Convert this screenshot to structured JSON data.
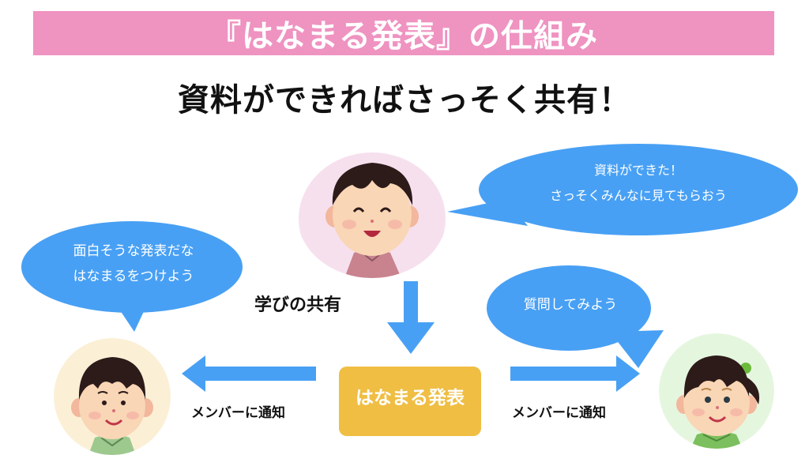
{
  "title": "『はなまる発表』の仕組み",
  "subtitle": "資料ができればさっそく共有！",
  "colors": {
    "title_bg": "#ef93c1",
    "bubble": "#48a0f4",
    "arrow": "#48a0f4",
    "center_box": "#efbe43",
    "presenter_bg": "#f6e0ee",
    "left_member_bg": "#fbf0d6",
    "right_member_bg": "#e5f6df"
  },
  "presenter": {
    "speech": [
      "資料ができた！",
      "さっそくみんなに見てもらおう"
    ]
  },
  "left_member": {
    "speech": [
      "面白そうな発表だな",
      "はなまるをつけよう"
    ],
    "arrow_label": "メンバーに通知"
  },
  "right_member": {
    "speech": [
      "質問してみよう"
    ],
    "arrow_label": "メンバーに通知"
  },
  "down_arrow_label": "学びの共有",
  "center_box_label": "はなまる発表"
}
